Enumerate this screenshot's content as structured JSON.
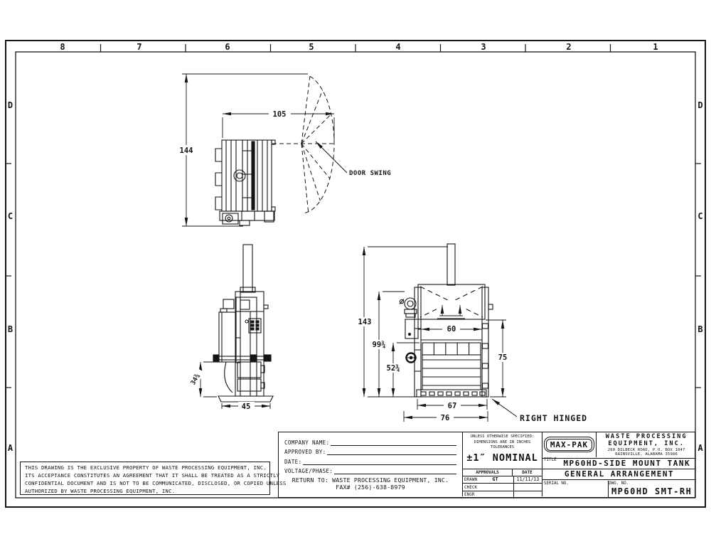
{
  "sheet": {
    "zones_top": [
      "8",
      "7",
      "6",
      "5",
      "4",
      "3",
      "2",
      "1"
    ],
    "zones_left": [
      "D",
      "C",
      "B",
      "A"
    ],
    "zones_right": [
      "D",
      "C",
      "B",
      "A"
    ]
  },
  "plan_view": {
    "dim_depth": "144",
    "dim_width": "105",
    "door_swing_label": "DOOR SWING"
  },
  "side_view": {
    "dim_lower_height": "34¾",
    "dim_base_width": "45"
  },
  "front_view": {
    "dim_total_height": "143",
    "dim_body_height": "99¾",
    "dim_chamber_height": "52¾",
    "dim_feed_width": "60",
    "dim_door_height": "75",
    "dim_chamber_width": "67",
    "dim_overall_width": "76",
    "hinge_note": "RIGHT HINGED"
  },
  "notes": {
    "line1": "THIS DRAWING IS THE EXCLUSIVE PROPERTY OF WASTE PROCESSING EQUIPMENT, INC.",
    "line2": "ITS ACCEPTANCE CONSTITUTES AN AGREEMENT THAT IT SHALL BE TREATED AS A STRICTLY",
    "line3": "CONFIDENTIAL DOCUMENT AND IS NOT TO BE COMMUNICATED, DISCLOSED, OR COPIED UNLESS",
    "line4": "AUTHORIZED BY WASTE PROCESSING EQUIPMENT, INC."
  },
  "order_form": {
    "company_name_label": "COMPANY NAME:",
    "approved_by_label": "APPROVED BY:",
    "date_label": "DATE:",
    "voltage_label": "VOLTAGE/PHASE:",
    "return_to": "RETURN TO: WASTE PROCESSING EQUIPMENT, INC.",
    "fax": "FAX# (256)-638-8979"
  },
  "title_block": {
    "spec_line1": "UNLESS OTHERWISE SPECIFIED:",
    "spec_line2": "DIMENSIONS ARE IN INCHES",
    "spec_line3": "TOLERANCES",
    "tolerance": "±1″ NOMINAL",
    "approvals_header": "APPROVALS",
    "date_header": "DATE",
    "drawn_label": "DRAWN",
    "drawn_by": "GT",
    "drawn_date": "11/11/13",
    "check_label": "CHECK",
    "engr_label": "ENGR",
    "logo_text": "MAX-PAK",
    "company_line1": "WASTE PROCESSING",
    "company_line2": "EQUIPMENT, INC.",
    "address_line1": "260 DILBECK ROAD, P.O. BOX 1047",
    "address_line2": "RAINSVILLE, ALABAMA 35986",
    "title_label": "TITLE",
    "title": "MP60HD-SIDE MOUNT TANK",
    "subtitle": "GENERAL ARRANGEMENT",
    "serial_label": "SERIAL NO.",
    "dwg_label": "DWG. NO.",
    "dwg_no": "MP60HD SMT-RH"
  }
}
